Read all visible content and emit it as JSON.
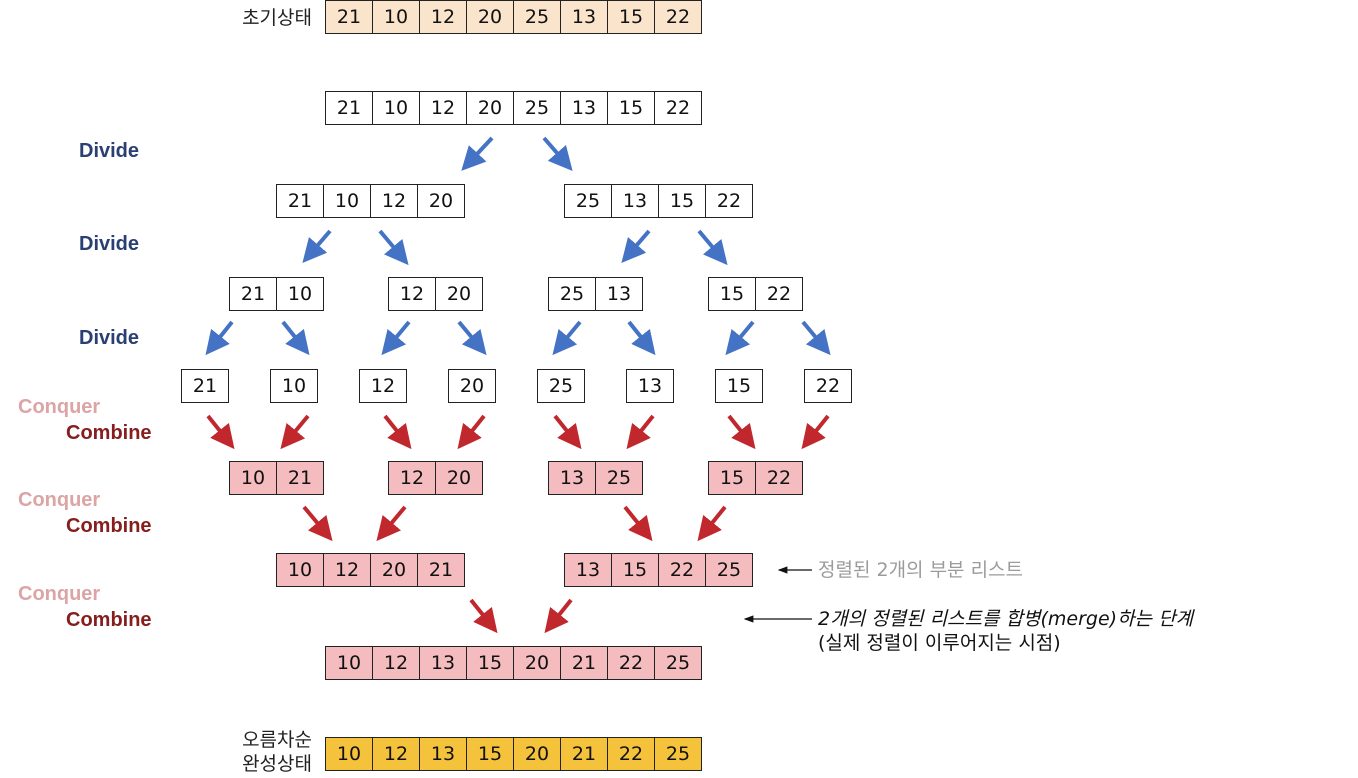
{
  "labels": {
    "initial_state": "초기상태",
    "ascending": "오름차순",
    "complete_state": "완성상태",
    "divide": "Divide",
    "conquer": "Conquer",
    "combine": "Combine"
  },
  "notes": {
    "sorted_sublists": "정렬된 2개의 부분 리스트",
    "merge_step": "2개의 정렬된 리스트를 합병(merge)하는 단계",
    "merge_step_sub": "(실제 정렬이 이루어지는 시점)"
  },
  "arrays": {
    "initial": [
      "21",
      "10",
      "12",
      "20",
      "25",
      "13",
      "15",
      "22"
    ],
    "level0": [
      "21",
      "10",
      "12",
      "20",
      "25",
      "13",
      "15",
      "22"
    ],
    "d1_left": [
      "21",
      "10",
      "12",
      "20"
    ],
    "d1_right": [
      "25",
      "13",
      "15",
      "22"
    ],
    "d2_a": [
      "21",
      "10"
    ],
    "d2_b": [
      "12",
      "20"
    ],
    "d2_c": [
      "25",
      "13"
    ],
    "d2_d": [
      "15",
      "22"
    ],
    "single_1": [
      "21"
    ],
    "single_2": [
      "10"
    ],
    "single_3": [
      "12"
    ],
    "single_4": [
      "20"
    ],
    "single_5": [
      "25"
    ],
    "single_6": [
      "13"
    ],
    "single_7": [
      "15"
    ],
    "single_8": [
      "22"
    ],
    "m1_a": [
      "10",
      "21"
    ],
    "m1_b": [
      "12",
      "20"
    ],
    "m1_c": [
      "13",
      "25"
    ],
    "m1_d": [
      "15",
      "22"
    ],
    "m2_left": [
      "10",
      "12",
      "20",
      "21"
    ],
    "m2_right": [
      "13",
      "15",
      "22",
      "25"
    ],
    "m3": [
      "10",
      "12",
      "13",
      "15",
      "20",
      "21",
      "22",
      "25"
    ],
    "final": [
      "10",
      "12",
      "13",
      "15",
      "20",
      "21",
      "22",
      "25"
    ]
  },
  "colors": {
    "initial_fill": "#fbe4cc",
    "merged_fill": "#f5bcc0",
    "final_fill": "#f5c23c",
    "divide_arrow": "#4472c4",
    "combine_arrow": "#c0282d"
  }
}
